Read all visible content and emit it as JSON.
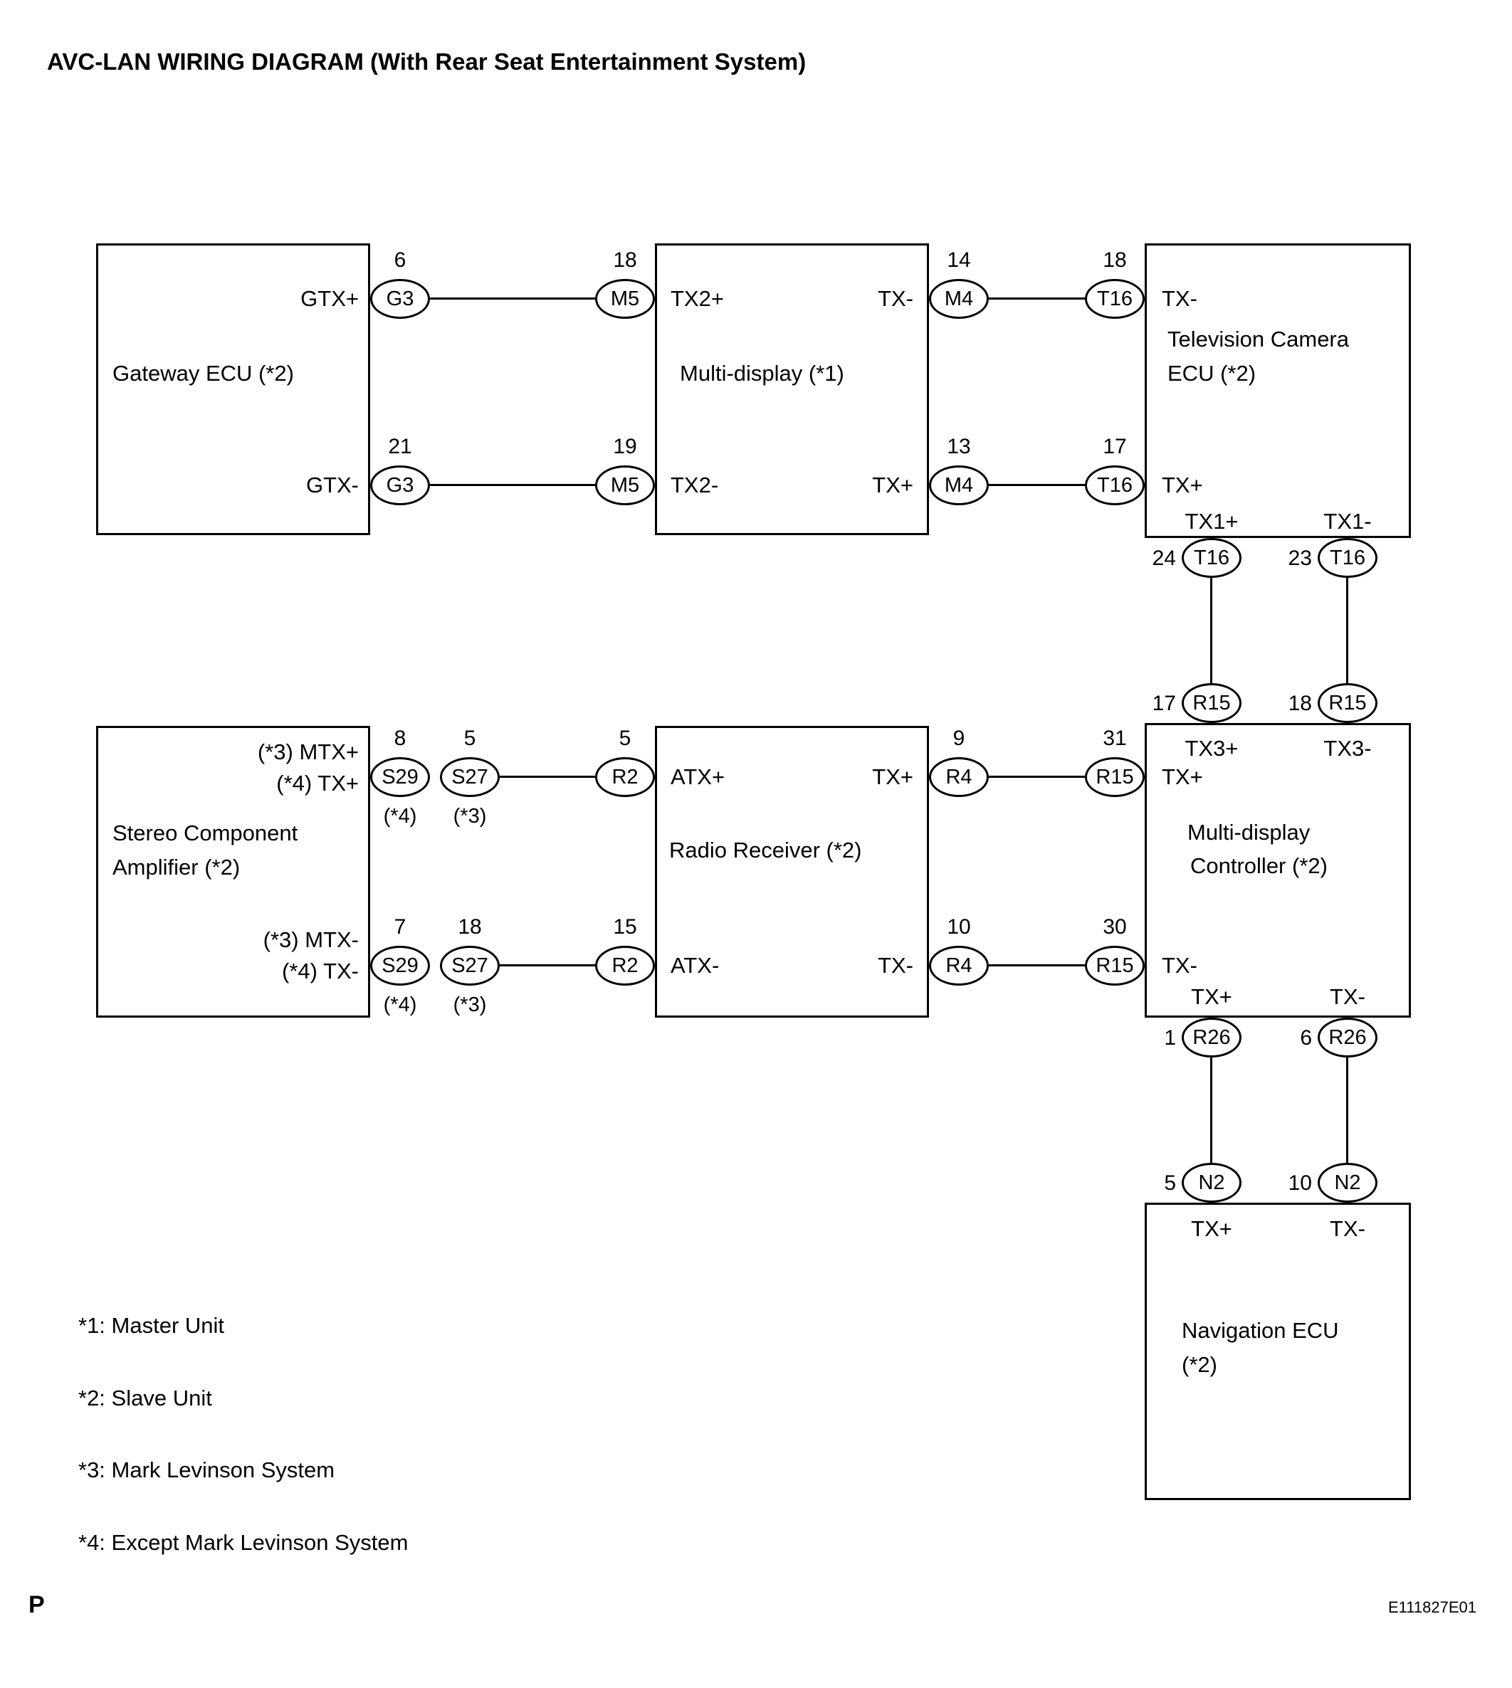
{
  "title": "AVC-LAN WIRING DIAGRAM (With Rear Seat Entertainment System)",
  "boxes": {
    "gateway": {
      "label": "Gateway ECU (*2)",
      "gtx_plus": "GTX+",
      "gtx_minus": "GTX-"
    },
    "multi_display": {
      "label": "Multi-display (*1)",
      "tx2_plus": "TX2+",
      "tx_minus": "TX-",
      "tx2_minus": "TX2-",
      "tx_plus": "TX+"
    },
    "tv_camera": {
      "label1": "Television Camera",
      "label2": "ECU (*2)",
      "tx_minus": "TX-",
      "tx_plus": "TX+",
      "tx1_plus": "TX1+",
      "tx1_minus": "TX1-"
    },
    "stereo_amp": {
      "label1": "Stereo Component",
      "label2": "Amplifier (*2)",
      "top1": "(*3) MTX+",
      "top2": "(*4) TX+",
      "bottom1": "(*3) MTX-",
      "bottom2": "(*4) TX-"
    },
    "radio": {
      "label": "Radio Receiver (*2)",
      "atx_plus": "ATX+",
      "tx_plus": "TX+",
      "atx_minus": "ATX-",
      "tx_minus": "TX-"
    },
    "controller": {
      "label1": "Multi-display",
      "label2": "Controller (*2)",
      "tx3_plus": "TX3+",
      "tx3_minus": "TX3-",
      "left_tx_plus": "TX+",
      "left_tx_minus": "TX-",
      "bottom_tx_plus": "TX+",
      "bottom_tx_minus": "TX-"
    },
    "navigation": {
      "label1": "Navigation ECU",
      "label2": "(*2)",
      "tx_plus": "TX+",
      "tx_minus": "TX-"
    }
  },
  "connectors": {
    "g3_top": {
      "pin": "6",
      "code": "G3"
    },
    "m5_top": {
      "pin": "18",
      "code": "M5"
    },
    "m4_top": {
      "pin": "14",
      "code": "M4"
    },
    "t16_top": {
      "pin": "18",
      "code": "T16"
    },
    "g3_bottom": {
      "pin": "21",
      "code": "G3"
    },
    "m5_bottom": {
      "pin": "19",
      "code": "M5"
    },
    "m4_bottom": {
      "pin": "13",
      "code": "M4"
    },
    "t16_bottom": {
      "pin": "17",
      "code": "T16"
    },
    "t16_p24": {
      "pin": "24",
      "code": "T16"
    },
    "t16_p23": {
      "pin": "23",
      "code": "T16"
    },
    "r15_p17": {
      "pin": "17",
      "code": "R15"
    },
    "r15_p18": {
      "pin": "18",
      "code": "R15"
    },
    "s29_top": {
      "pin": "8",
      "code": "S29",
      "note": "(*4)"
    },
    "s27_top": {
      "pin": "5",
      "code": "S27",
      "note": "(*3)"
    },
    "r2_top": {
      "pin": "5",
      "code": "R2"
    },
    "r4_top": {
      "pin": "9",
      "code": "R4"
    },
    "r15_p31": {
      "pin": "31",
      "code": "R15"
    },
    "s29_bottom": {
      "pin": "7",
      "code": "S29",
      "note": "(*4)"
    },
    "s27_bottom": {
      "pin": "18",
      "code": "S27",
      "note": "(*3)"
    },
    "r2_bottom": {
      "pin": "15",
      "code": "R2"
    },
    "r4_bottom": {
      "pin": "10",
      "code": "R4"
    },
    "r15_p30": {
      "pin": "30",
      "code": "R15"
    },
    "r26_p1": {
      "pin": "1",
      "code": "R26"
    },
    "r26_p6": {
      "pin": "6",
      "code": "R26"
    },
    "n2_p5": {
      "pin": "5",
      "code": "N2"
    },
    "n2_p10": {
      "pin": "10",
      "code": "N2"
    }
  },
  "legend": {
    "item1": "*1: Master Unit",
    "item2": "*2: Slave Unit",
    "item3": "*3: Mark Levinson System",
    "item4": "*4: Except Mark Levinson System"
  },
  "footer": {
    "page_marker": "P",
    "doc_code": "E111827E01"
  }
}
